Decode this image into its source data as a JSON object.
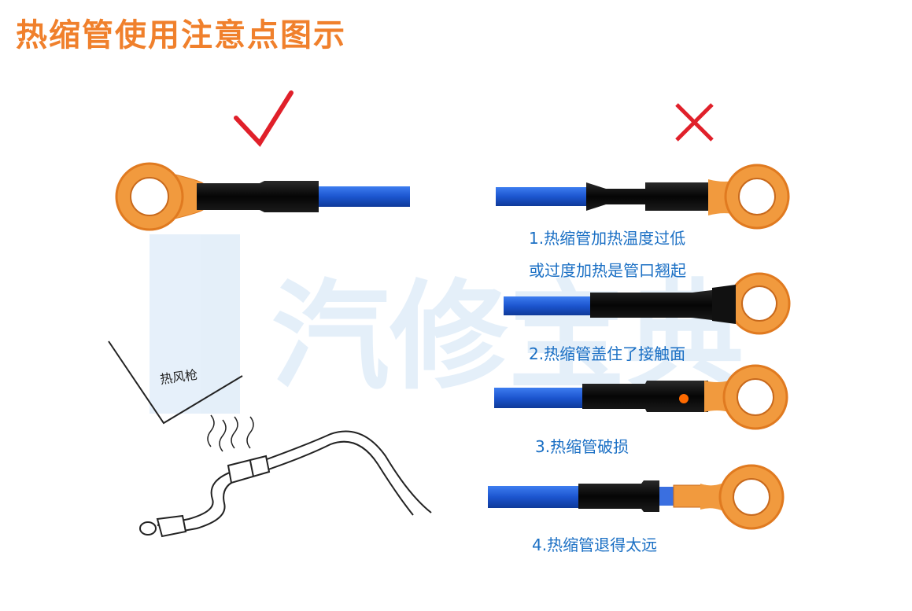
{
  "title": "热缩管使用注意点图示",
  "correct_label": "correct-mark",
  "wrong_label": "wrong-mark",
  "gun_label": "热风枪",
  "captions": [
    "1.热缩管加热温度过低",
    "或过度加热是管口翘起",
    "2.热缩管盖住了接触面",
    "3.热缩管破损",
    "4.热缩管退得太远"
  ],
  "watermark": "汽修宝典",
  "colors": {
    "title": "#f0802c",
    "caption": "#1a6fc4",
    "check": "#e0202a",
    "cross": "#e0202a",
    "wire": "#1f5fd6",
    "terminal": "#f19a3e",
    "sleeve": "#111111"
  }
}
